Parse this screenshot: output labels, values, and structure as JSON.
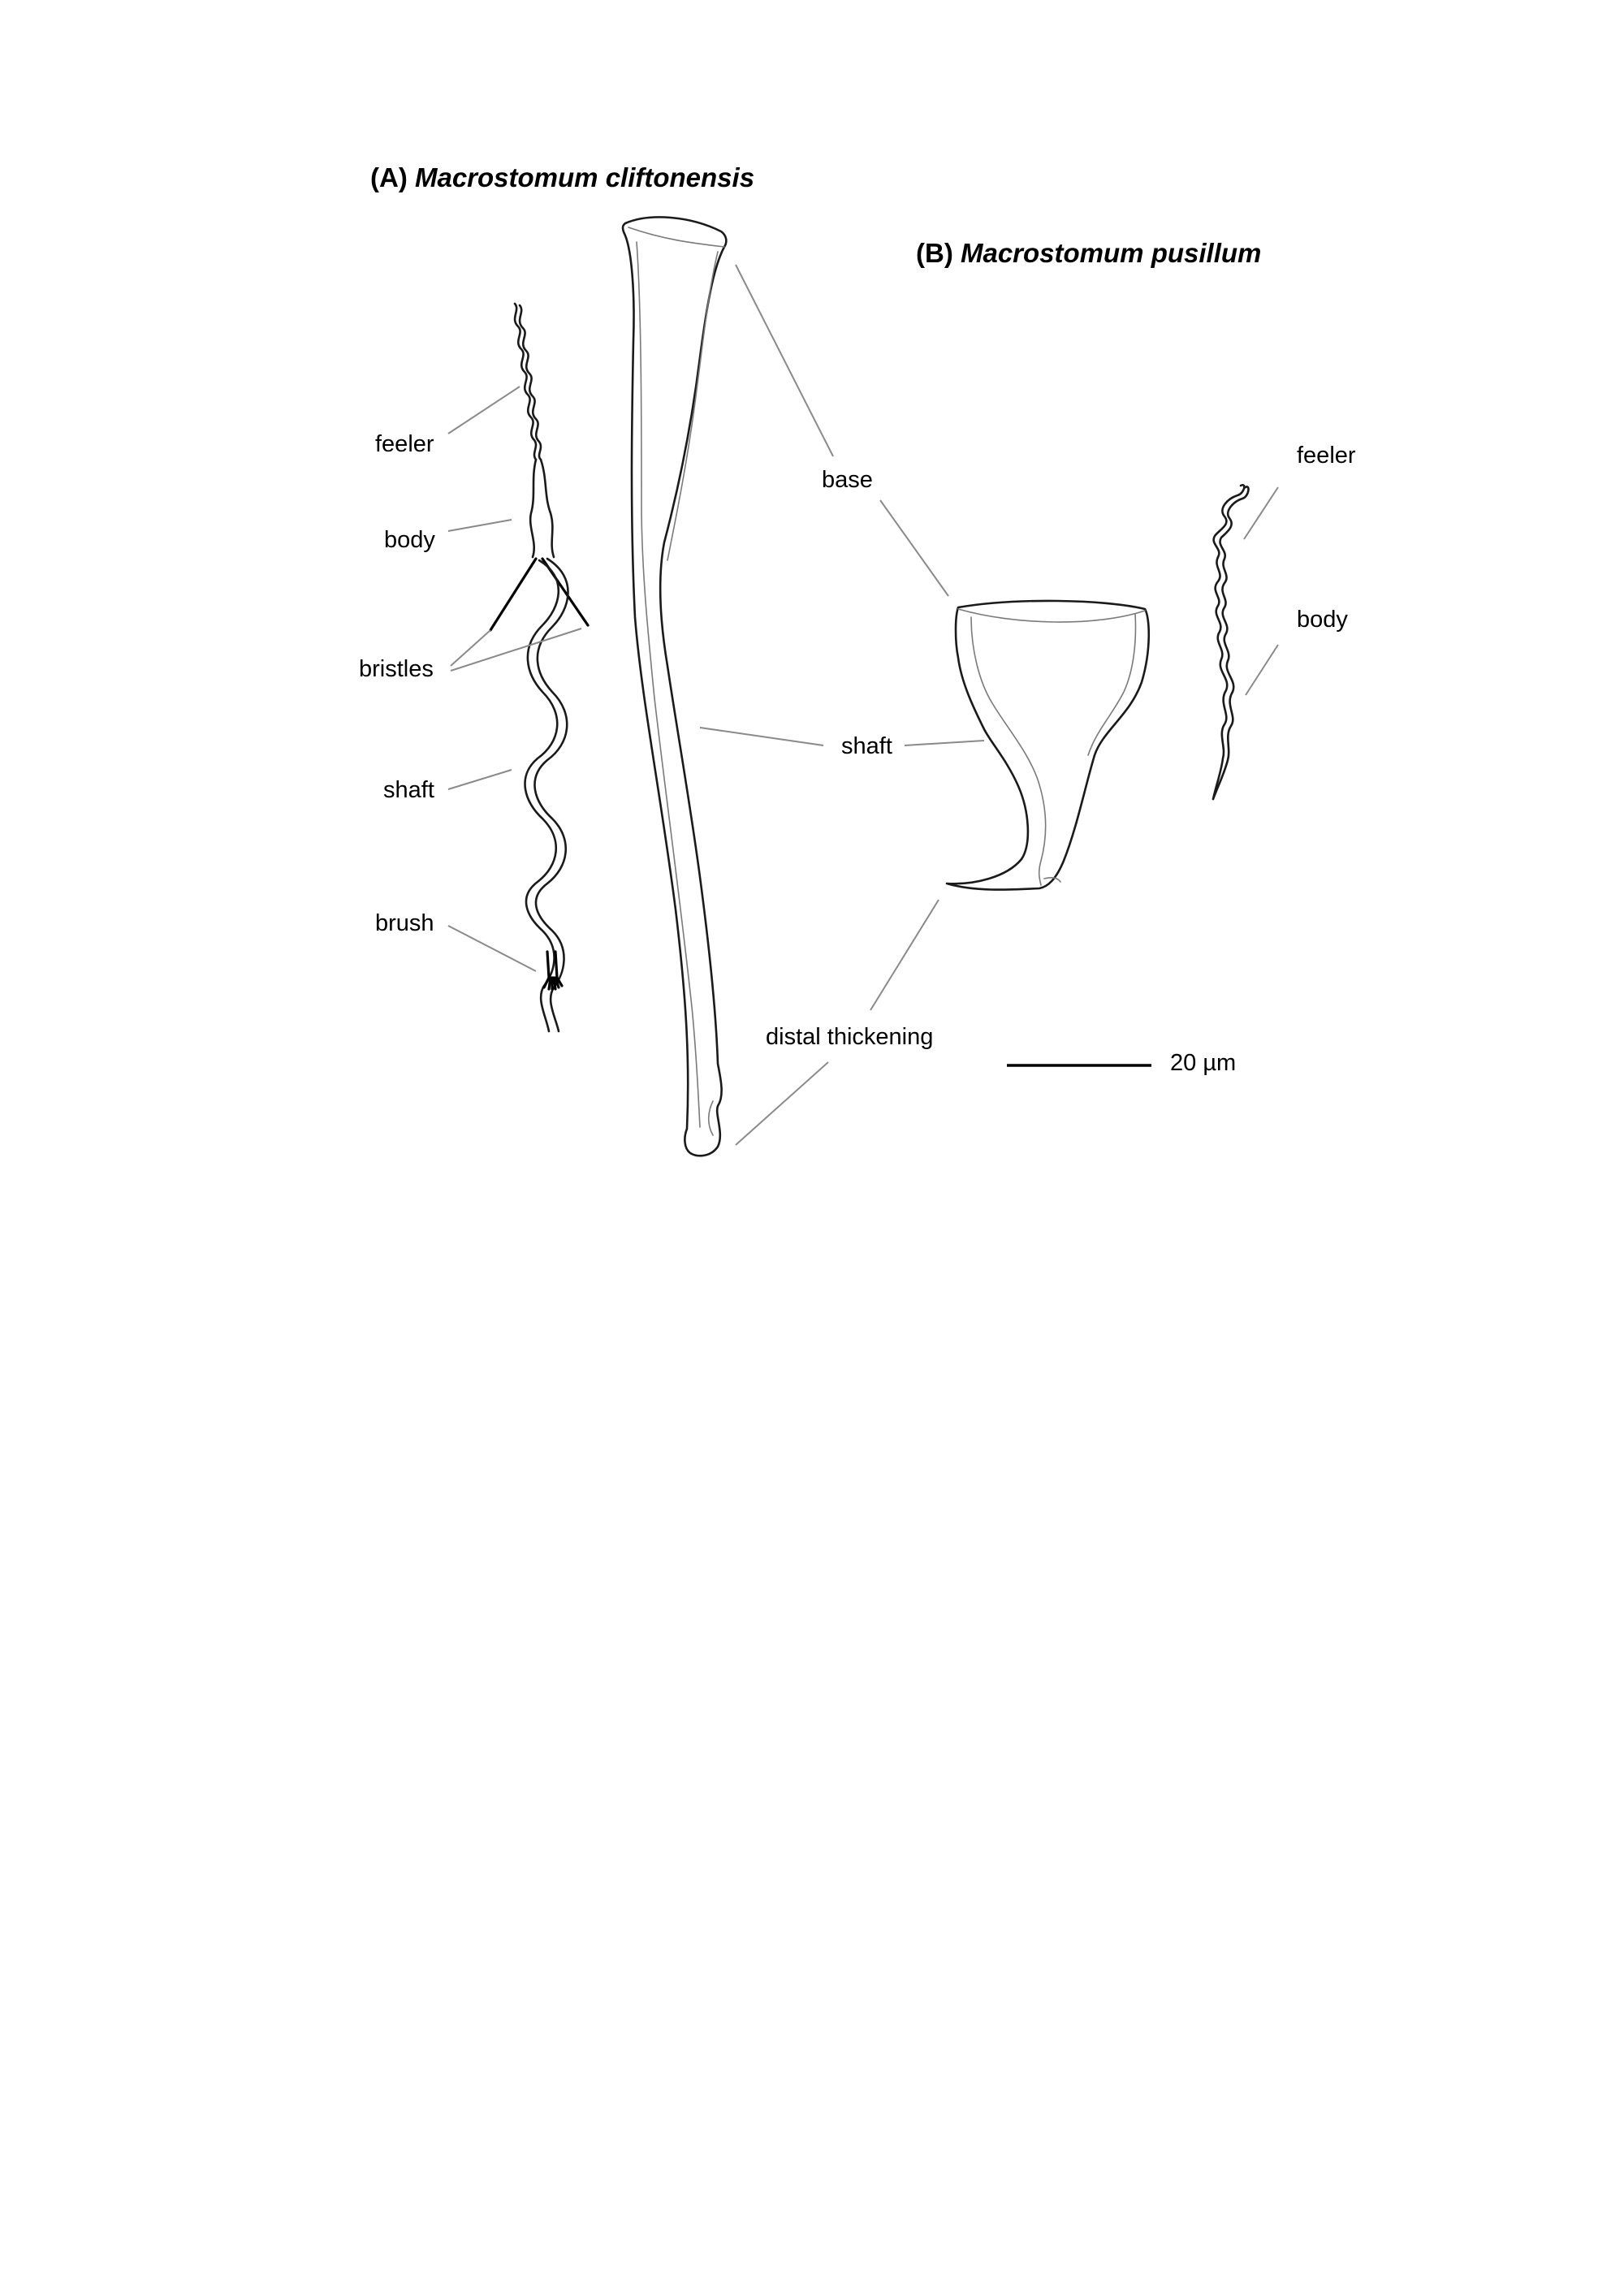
{
  "panel_a": {
    "letter": "(A)",
    "species": "Macrostomum cliftonensis",
    "labels": {
      "feeler": "feeler",
      "body": "body",
      "bristles": "bristles",
      "shaft": "shaft",
      "brush": "brush"
    }
  },
  "panel_b": {
    "letter": "(B)",
    "species": "Macrostomum pusillum",
    "labels": {
      "feeler": "feeler",
      "body": "body"
    }
  },
  "stylet_labels": {
    "base": "base",
    "shaft": "shaft",
    "distal_thickening": "distal thickening"
  },
  "scale_bar": {
    "label": "20 µm"
  }
}
